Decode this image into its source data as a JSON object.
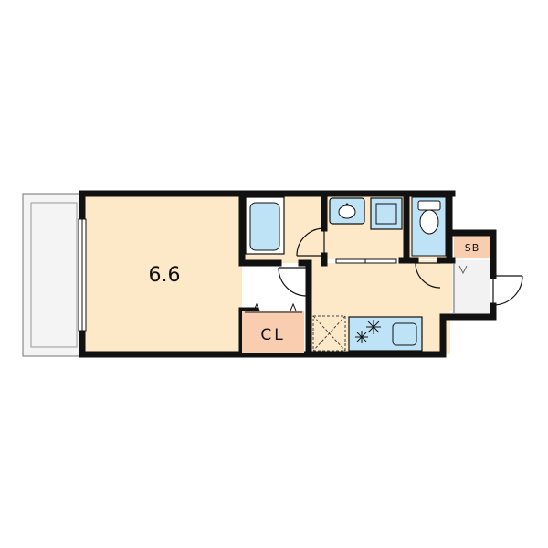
{
  "rooms": {
    "main_room": {
      "label": "6.6"
    },
    "closet": {
      "label": "CL"
    },
    "shoe_box": {
      "label": "SB"
    }
  },
  "colors": {
    "room_floor": "#fde8c8",
    "closet_fill": "#f8cdb0",
    "fixture_blue": "#bfe3f6",
    "balcony": "#f4f4f4",
    "entrance": "#f2f2f2",
    "wall": "#111111"
  },
  "icons": [
    "bathtub-icon",
    "sink-icon",
    "washer-icon",
    "toilet-icon",
    "stove-icon",
    "kitchen-sink-icon",
    "fridge-space-icon"
  ]
}
